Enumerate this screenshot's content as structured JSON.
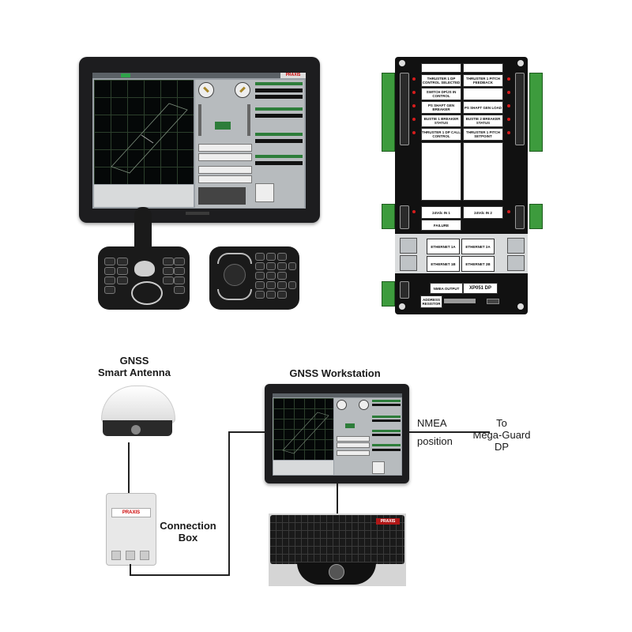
{
  "top": {
    "monitor_brand": "PRAXIS",
    "board_cards": [
      [
        "",
        ""
      ],
      [
        "THRUSTER 1 DP CONTROL SELECTED",
        "THRUSTER 1 PITCH FEEDBACK"
      ],
      [
        "SWITCH DP/JS IN CONTROL",
        ""
      ],
      [
        "PS SHAFT GEN BREAKER",
        "PS SHAFT GEN LOAD"
      ],
      [
        "BUSTIE 1 BREAKER STATUS",
        "BUSTIE 2 BREAKER STATUS"
      ],
      [
        "THRUSTER 1 DP CALL CONTROL",
        "THRUSTER 1 PITCH SETPOINT"
      ]
    ],
    "power_cards": [
      "24Vdc IN 1",
      "24Vdc IN 2"
    ],
    "failure_card": "FAILURE",
    "ethernet_cards": [
      "ETHERNET 1A",
      "ETHERNET 2A",
      "ETHERNET 1B",
      "ETHERNET 2B"
    ],
    "nmea_output_card": "NMEA OUTPUT",
    "model_card": "XP051 DP",
    "address_label": "ADDRESS RESISTOR"
  },
  "diagram": {
    "antenna_label_line1": "GNSS",
    "antenna_label_line2": "Smart Antenna",
    "workstation_label": "GNSS Workstation",
    "connection_box_label_line1": "Connection",
    "connection_box_label_line2": "Box",
    "connection_box_brand": "PRAXIS",
    "nmea_label_line1": "NMEA",
    "nmea_label_line2": "position",
    "target_label_line1": "To",
    "target_label_line2": "Mega-Guard",
    "target_label_line3": "DP",
    "keyboard_brand": "PRAXIS"
  }
}
